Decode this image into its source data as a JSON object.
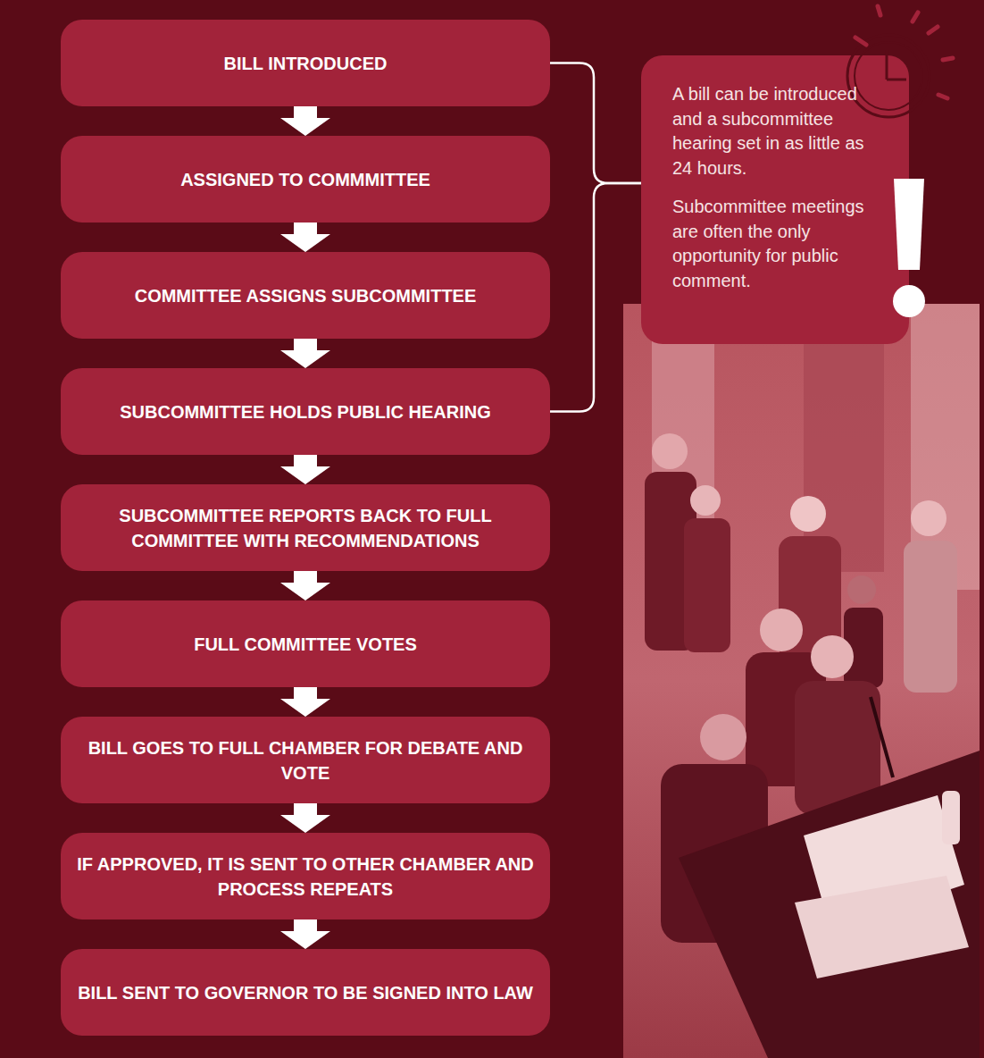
{
  "diagram": {
    "nodes": [
      {
        "text": [
          "BILL INTRODUCED"
        ]
      },
      {
        "text": [
          "ASSIGNED TO COMMMITTEE"
        ]
      },
      {
        "text": [
          "COMMITTEE ASSIGNS SUBCOMMITTEE"
        ]
      },
      {
        "text": [
          "SUBCOMMITTEE HOLDS PUBLIC HEARING"
        ]
      },
      {
        "text": [
          "SUBCOMMITTEE REPORTS BACK TO FULL COMMITTEE WITH RECOMMENDATIONS"
        ]
      },
      {
        "text": [
          "FULL COMMITTEE VOTES"
        ]
      },
      {
        "text": [
          "BILL GOES TO FULL CHAMBER FOR DEBATE AND VOTE"
        ]
      },
      {
        "text": [
          "IF APPROVED, IT IS SENT TO OTHER CHAMBER AND PROCESS REPEATS"
        ]
      },
      {
        "text": [
          "BILL SENT TO GOVERNOR TO BE SIGNED INTO LAW"
        ]
      },
      {
        "text": [
          "A bill can be introduced and a subcommittee hearing set in as little as 24 hours.",
          "Subcommittee meetings are often the only opportunity for public comment."
        ]
      }
    ],
    "edges": [
      {
        "from": 0,
        "to": 1,
        "arrow": "to"
      },
      {
        "from": 1,
        "to": 2,
        "arrow": "to"
      },
      {
        "from": 2,
        "to": 3,
        "arrow": "to"
      },
      {
        "from": 3,
        "to": 4,
        "arrow": "to"
      },
      {
        "from": 4,
        "to": 5,
        "arrow": "to"
      },
      {
        "from": 5,
        "to": 6,
        "arrow": "to"
      },
      {
        "from": 6,
        "to": 7,
        "arrow": "to"
      },
      {
        "from": 7,
        "to": 8,
        "arrow": "to"
      },
      {
        "from": 0,
        "to": 9,
        "arrow": "none"
      },
      {
        "from": 3,
        "to": 9,
        "arrow": "none"
      }
    ]
  }
}
